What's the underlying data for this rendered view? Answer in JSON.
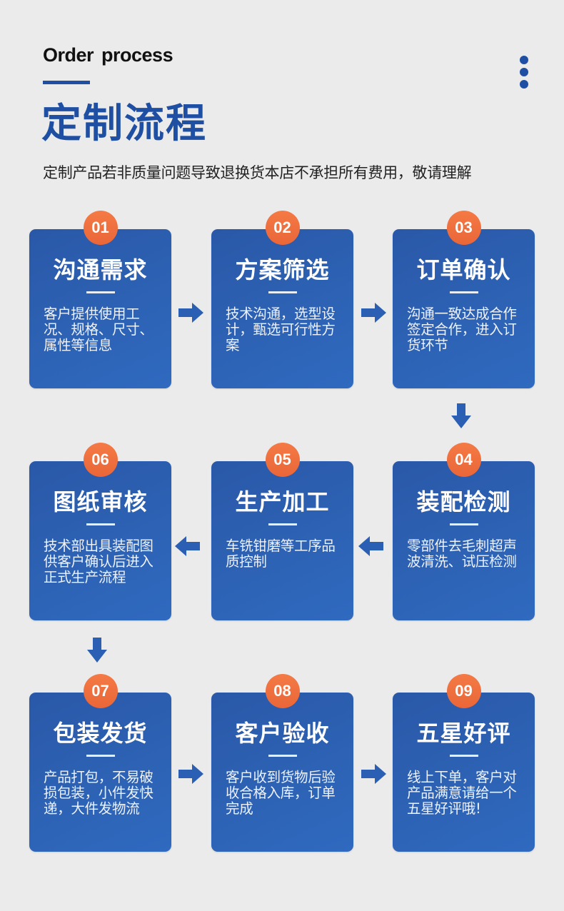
{
  "header": {
    "en_title": "Order process",
    "cn_title": "定制流程",
    "subtitle": "定制产品若非质量问题导致退换货本店不承担所有费用，敬请理解",
    "menu_icon": "vertical-dots-icon"
  },
  "colors": {
    "brand_blue": "#1e4fa3",
    "card_blue": "#2d62b4",
    "badge_orange": "#ee6c3c",
    "background": "#ebebeb"
  },
  "steps": [
    {
      "num": "01",
      "title": "沟通需求",
      "desc": "客户提供使用工况、规格、尺寸、属性等信息"
    },
    {
      "num": "02",
      "title": "方案筛选",
      "desc": "技术沟通，选型设计，甄选可行性方案"
    },
    {
      "num": "03",
      "title": "订单确认",
      "desc": "沟通一致达成合作签定合作，进入订货环节"
    },
    {
      "num": "04",
      "title": "装配检测",
      "desc": "零部件去毛刺超声波清洗、试压检测"
    },
    {
      "num": "05",
      "title": "生产加工",
      "desc": "车铣钳磨等工序品质控制"
    },
    {
      "num": "06",
      "title": "图纸审核",
      "desc": "技术部出具装配图供客户确认后进入正式生产流程"
    },
    {
      "num": "07",
      "title": "包装发货",
      "desc": "产品打包，不易破损包装，小件发快递，大件发物流"
    },
    {
      "num": "08",
      "title": "客户验收",
      "desc": "客户收到货物后验收合格入库，订单完成"
    },
    {
      "num": "09",
      "title": "五星好评",
      "desc": "线上下单，客户对产品满意请给一个五星好评哦!"
    }
  ],
  "arrows": {
    "right_icon": "arrow-right-icon",
    "left_icon": "arrow-left-icon",
    "down_icon": "arrow-down-icon"
  }
}
